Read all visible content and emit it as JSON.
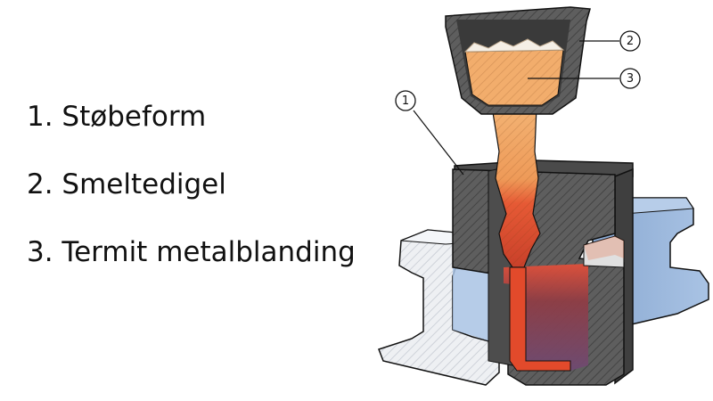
{
  "legend": {
    "items": [
      "1. Støbeform",
      "2. Smeltedigel",
      "3. Termit metalblanding"
    ]
  },
  "callouts": [
    {
      "number": "1",
      "target": "støbeform"
    },
    {
      "number": "2",
      "target": "smeltedigel"
    },
    {
      "number": "3",
      "target": "termit metalblanding"
    }
  ],
  "colors": {
    "mold": "#5b5b5b",
    "crucible": "#5d5d5d",
    "termite_top": "#f2ad6c",
    "termite_molten": "#e24a2b",
    "rail_right": "#9ab7dc",
    "rail_left": "#e2e6ec",
    "cap_hot": "#e95a2c"
  }
}
